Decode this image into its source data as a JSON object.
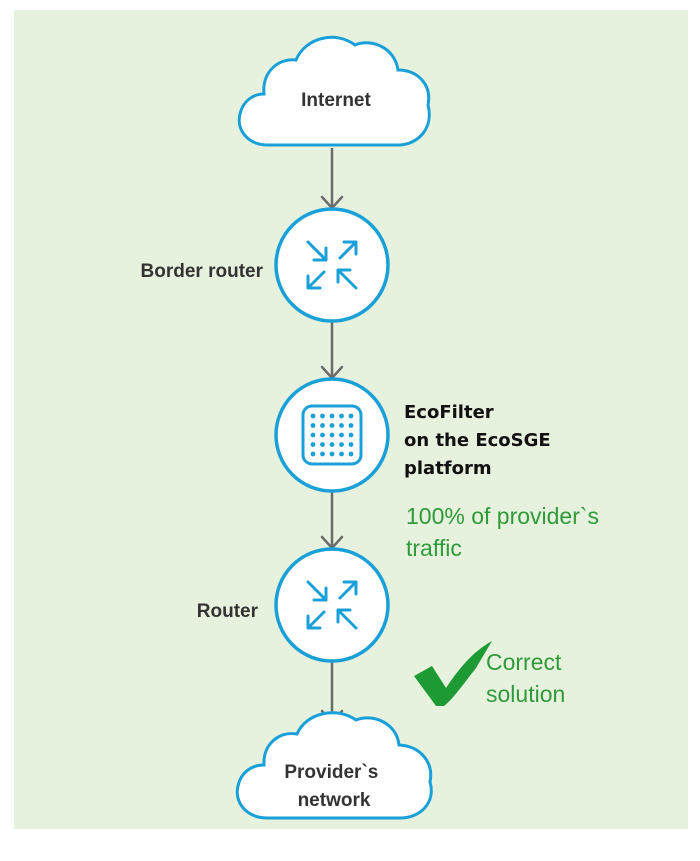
{
  "nodes": {
    "internet": {
      "label": "Internet"
    },
    "border_router": {
      "label": "Border router"
    },
    "ecofilter": {
      "lines": [
        "EcoFilter",
        "on the EcoSGE",
        "platform"
      ]
    },
    "router": {
      "label": "Router"
    },
    "provider_network": {
      "lines": [
        "Provider`s",
        "network"
      ]
    }
  },
  "annotations": {
    "traffic": {
      "lines": [
        "100% of provider`s",
        "traffic"
      ]
    },
    "solution": {
      "lines": [
        "Correct",
        "solution"
      ]
    }
  },
  "icons": {
    "border_router": "router-arrows-icon",
    "ecofilter": "dot-grid-chip-icon",
    "router": "router-arrows-icon",
    "solution": "checkmark-icon"
  },
  "colors": {
    "background": "#e6f2dd",
    "accent_blue": "#1aa0d8",
    "connector_gray": "#6b6b6b",
    "success_green": "#2f9a3a"
  }
}
